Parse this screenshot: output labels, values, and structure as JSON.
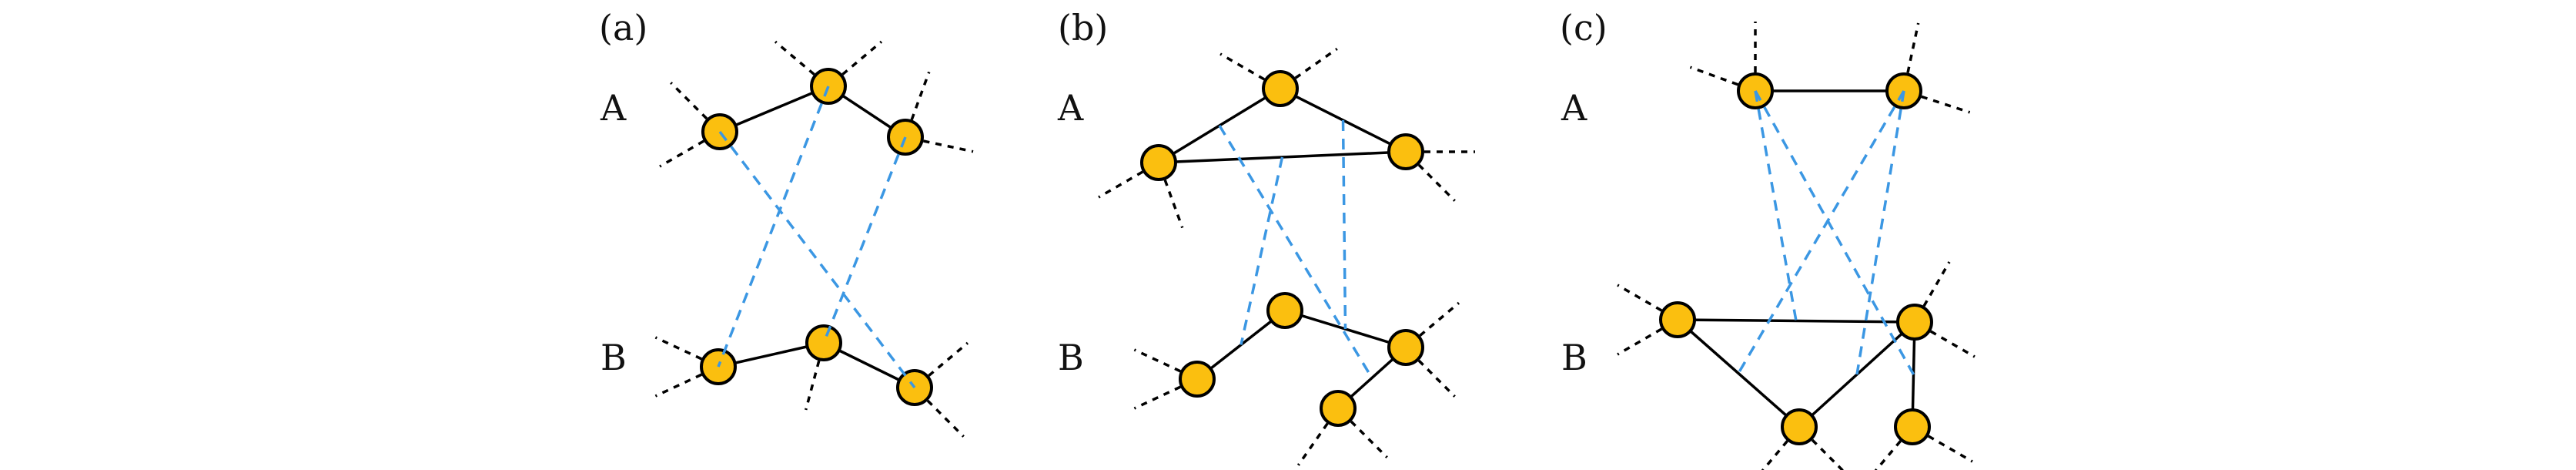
{
  "figure": {
    "colors": {
      "node_fill": "#FBBF0F",
      "node_stroke": "#000000",
      "intra_edge": "#000000",
      "inter_edge": "#3B97E3",
      "stub": "#000000"
    },
    "panels": [
      {
        "id": "a",
        "label": "(a)",
        "graph_a_label": "A",
        "graph_b_label": "B",
        "graph_a": {
          "nodes": [
            "A1",
            "A2",
            "A3"
          ],
          "edges": [
            [
              "A1",
              "A2"
            ],
            [
              "A2",
              "A3"
            ]
          ]
        },
        "graph_b": {
          "nodes": [
            "B1",
            "B2",
            "B3"
          ],
          "edges": [
            [
              "B1",
              "B2"
            ],
            [
              "B2",
              "B3"
            ]
          ]
        },
        "inter_links": [
          [
            "A1",
            "B3"
          ],
          [
            "A2",
            "B1"
          ],
          [
            "A3",
            "B2"
          ]
        ]
      },
      {
        "id": "b",
        "label": "(b)",
        "graph_a_label": "A",
        "graph_b_label": "B",
        "graph_a": {
          "nodes": [
            "A1",
            "A2",
            "A3"
          ],
          "edges": [
            [
              "A1",
              "A2"
            ],
            [
              "A2",
              "A3"
            ],
            [
              "A1",
              "A3"
            ]
          ]
        },
        "graph_b": {
          "nodes": [
            "B1",
            "B2",
            "B3",
            "B4"
          ],
          "edges": [
            [
              "B1",
              "B2"
            ],
            [
              "B2",
              "B3"
            ],
            [
              "B3",
              "B4"
            ]
          ]
        },
        "inter_links": [
          [
            "A1-A2",
            "B3-B4"
          ],
          [
            "A1-A3",
            "B1-B2"
          ],
          [
            "A2-A3",
            "B2-B3"
          ]
        ]
      },
      {
        "id": "c",
        "label": "(c)",
        "graph_a_label": "A",
        "graph_b_label": "B",
        "graph_a": {
          "nodes": [
            "A1",
            "A2"
          ],
          "edges": [
            [
              "A1",
              "A2"
            ]
          ]
        },
        "graph_b": {
          "nodes": [
            "B1",
            "B2",
            "B3",
            "B4"
          ],
          "edges": [
            [
              "B1",
              "B2"
            ],
            [
              "B1",
              "B3"
            ],
            [
              "B3",
              "B2"
            ],
            [
              "B2",
              "B4"
            ]
          ]
        },
        "inter_links": [
          [
            "A1",
            "B1-B2"
          ],
          [
            "A1",
            "B2-B4"
          ],
          [
            "A2",
            "B1-B3"
          ],
          [
            "A2",
            "B3-B2"
          ]
        ]
      }
    ]
  }
}
